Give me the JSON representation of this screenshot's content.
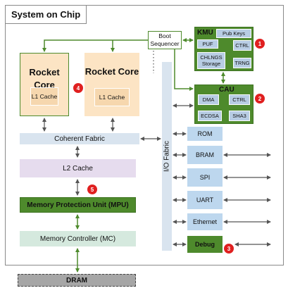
{
  "title": "System on Chip",
  "cores": [
    {
      "name": "Rocket Core",
      "cache": "L1 Cache"
    },
    {
      "name": "Rocket Core",
      "cache": "L1 Cache"
    }
  ],
  "coherent_fabric": "Coherent Fabric",
  "l2_cache": "L2 Cache",
  "mpu": "Memory Protection Unit (MPU)",
  "memory_controller": "Memory Controller (MC)",
  "dram": "DRAM",
  "io_fabric": "I/O Fabric",
  "boot_sequencer": "Boot Sequencer",
  "kmu": {
    "title": "KMU",
    "blocks": [
      "Pub Keys",
      "PUF",
      "CTRL",
      "CHLNGS Storage",
      "TRNG"
    ]
  },
  "cau": {
    "title": "CAU",
    "blocks": [
      "DMA",
      "CTRL",
      "ECDSA",
      "SHA3"
    ]
  },
  "peripherals": [
    "ROM",
    "BRAM",
    "SPI",
    "UART",
    "Ethernet"
  ],
  "debug": "Debug",
  "badges": [
    "1",
    "2",
    "3",
    "4",
    "5"
  ],
  "colors": {
    "green": "#4e8a2c",
    "core": "#fce4c4",
    "fabric": "#d9e4ef",
    "l2": "#e6dcee",
    "mc": "#d5e9de",
    "peripheral": "#bdd7ee",
    "dram": "#a6a6a6",
    "badge": "#e02020"
  }
}
